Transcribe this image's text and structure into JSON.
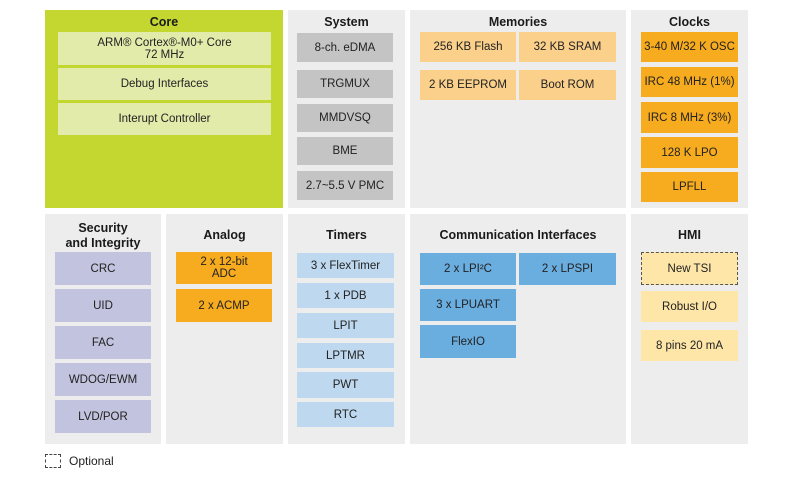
{
  "core": {
    "title": "Core",
    "blocks": [
      {
        "line1": "ARM® Cortex®-M0+ Core",
        "line2": "72 MHz"
      },
      {
        "line1": "Debug Interfaces"
      },
      {
        "line1": "Interupt Controller"
      }
    ]
  },
  "system": {
    "title": "System",
    "blocks": [
      "8-ch. eDMA",
      "TRGMUX",
      "MMDVSQ",
      "BME",
      "2.7~5.5 V PMC"
    ]
  },
  "memories": {
    "title": "Memories",
    "blocks": [
      "256 KB Flash",
      "32 KB SRAM",
      "2 KB EEPROM",
      "Boot ROM"
    ]
  },
  "clocks": {
    "title": "Clocks",
    "blocks": [
      "3-40 M/32 K OSC",
      "IRC 48 MHz (1%)",
      "IRC 8 MHz (3%)",
      "128 K LPO",
      "LPFLL"
    ]
  },
  "security": {
    "title_line1": "Security",
    "title_line2": "and Integrity",
    "blocks": [
      "CRC",
      "UID",
      "FAC",
      "WDOG/EWM",
      "LVD/POR"
    ]
  },
  "analog": {
    "title": "Analog",
    "blocks": [
      {
        "line1": "2 x 12-bit",
        "line2": "ADC"
      },
      {
        "line1": "2 x ACMP"
      }
    ]
  },
  "timers": {
    "title": "Timers",
    "blocks": [
      "3 x FlexTimer",
      "1 x PDB",
      "LPIT",
      "LPTMR",
      "PWT",
      "RTC"
    ]
  },
  "communication": {
    "title": "Communication Interfaces",
    "blocks": [
      "2 x LPI²C",
      "2 x LPSPI",
      "3 x LPUART",
      "FlexIO"
    ]
  },
  "hmi": {
    "title": "HMI",
    "blocks": [
      "New TSI",
      "Robust I/O",
      "8 pins 20 mA"
    ]
  },
  "legend": {
    "optional_label": "Optional"
  },
  "colors": {
    "core_panel": "#c3d730",
    "core_block": "#e3ebab",
    "panel_gray": "#ededed",
    "system_block": "#c4c4c4",
    "memory_block": "#fbd08a",
    "clock_block": "#f7ab1e",
    "security_block": "#c2c3de",
    "analog_block": "#f7ab1e",
    "timer_block": "#bed8ef",
    "comm_block": "#6aaddf",
    "hmi_block": "#fde6a8"
  }
}
